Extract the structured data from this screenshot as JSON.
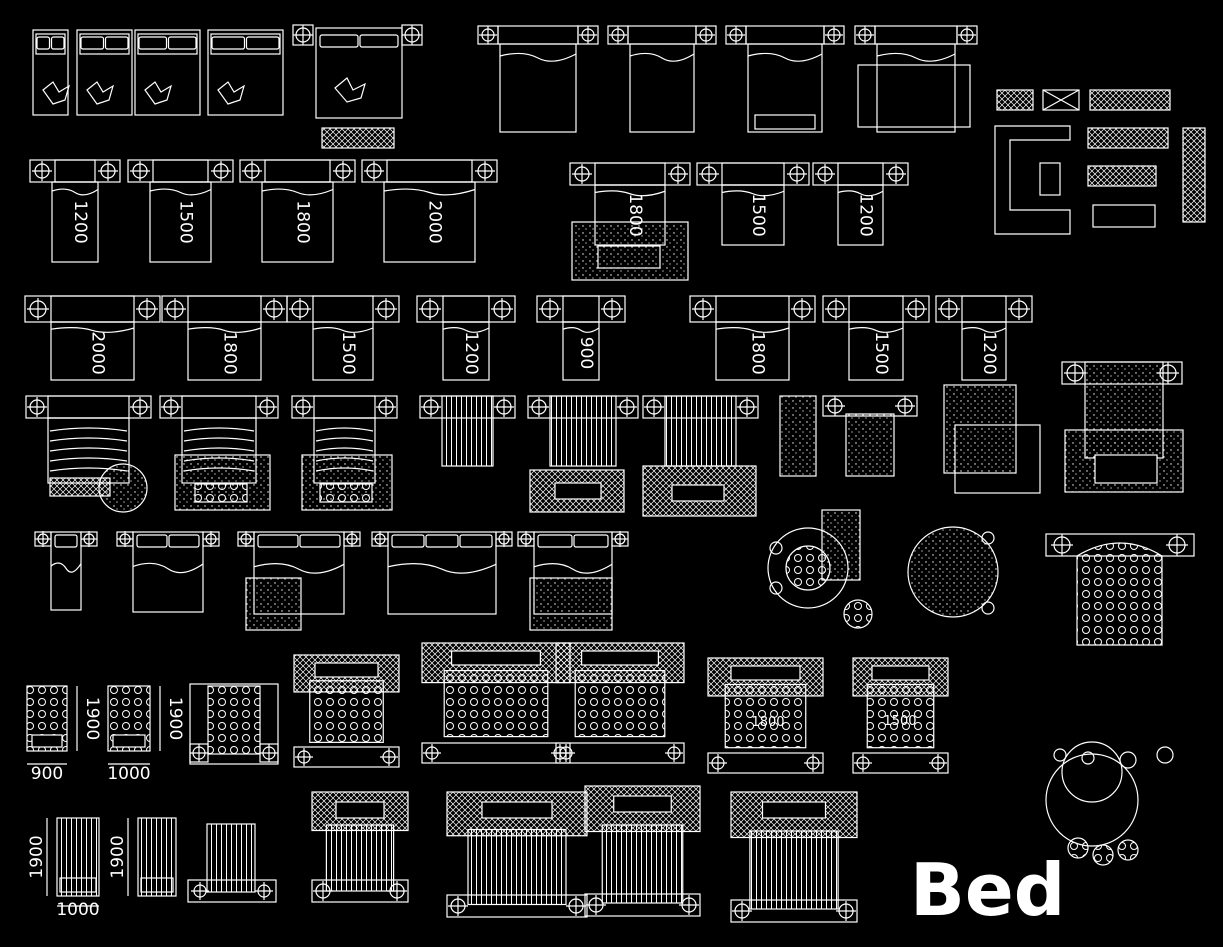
{
  "title": "Bed",
  "dimension_labels": {
    "r2": [
      "1200",
      "1500",
      "1800",
      "2000"
    ],
    "r2b": [
      "1800",
      "1500",
      "1200"
    ],
    "r3": [
      "2000",
      "1800",
      "1500",
      "1200",
      "900",
      "1800",
      "1500",
      "1200"
    ],
    "r6_vert": [
      "1900",
      "1900"
    ],
    "r6_horz": [
      "900",
      "1000"
    ],
    "r6_inner": [
      "1800",
      "1500"
    ],
    "r7_vert": [
      "1900",
      "1900"
    ],
    "r7_horz": [
      "1000"
    ]
  },
  "colors": {
    "background": "#000000",
    "line": "#ffffff"
  }
}
